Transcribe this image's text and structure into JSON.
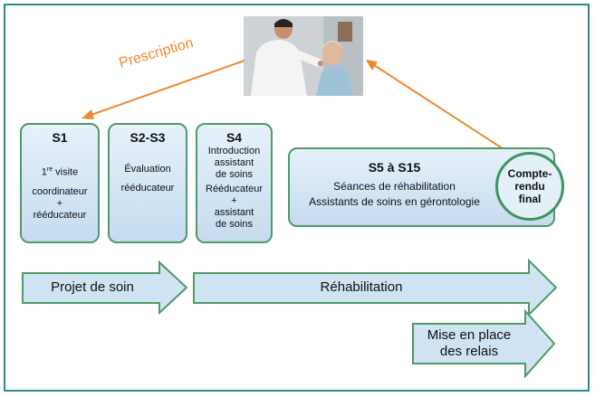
{
  "prescription_label": "Prescription",
  "s1": {
    "title": "S1",
    "line1": "1",
    "line1_sup": "re",
    "line1_rest": " visite",
    "line2": "coordinateur",
    "line3": "+",
    "line4": "rééducateur"
  },
  "s2": {
    "title": "S2-S3",
    "line1": "Évaluation",
    "line2": "rééducateur"
  },
  "s4": {
    "title": "S4",
    "line1": "Introduction",
    "line2": "assistant",
    "line3": "de soins",
    "line4": "Rééducateur",
    "line5": "+",
    "line6": "assistant",
    "line7": "de soins"
  },
  "s5": {
    "title": "S5 à S15",
    "line1": "Séances de réhabilitation",
    "line2": "Assistants de soins en gérontologie"
  },
  "final_report": {
    "line1": "Compte-",
    "line2": "rendu",
    "line3": "final"
  },
  "arrows": {
    "projet": "Projet de soin",
    "rehab": "Réhabilitation",
    "relais_1": "Mise en place",
    "relais_2": "des relais"
  },
  "colors": {
    "frame": "#2a8a8e",
    "box_border": "#4f9a67",
    "box_fill": "#d6e7f5",
    "orange_arrow": "#ee8a2e"
  }
}
